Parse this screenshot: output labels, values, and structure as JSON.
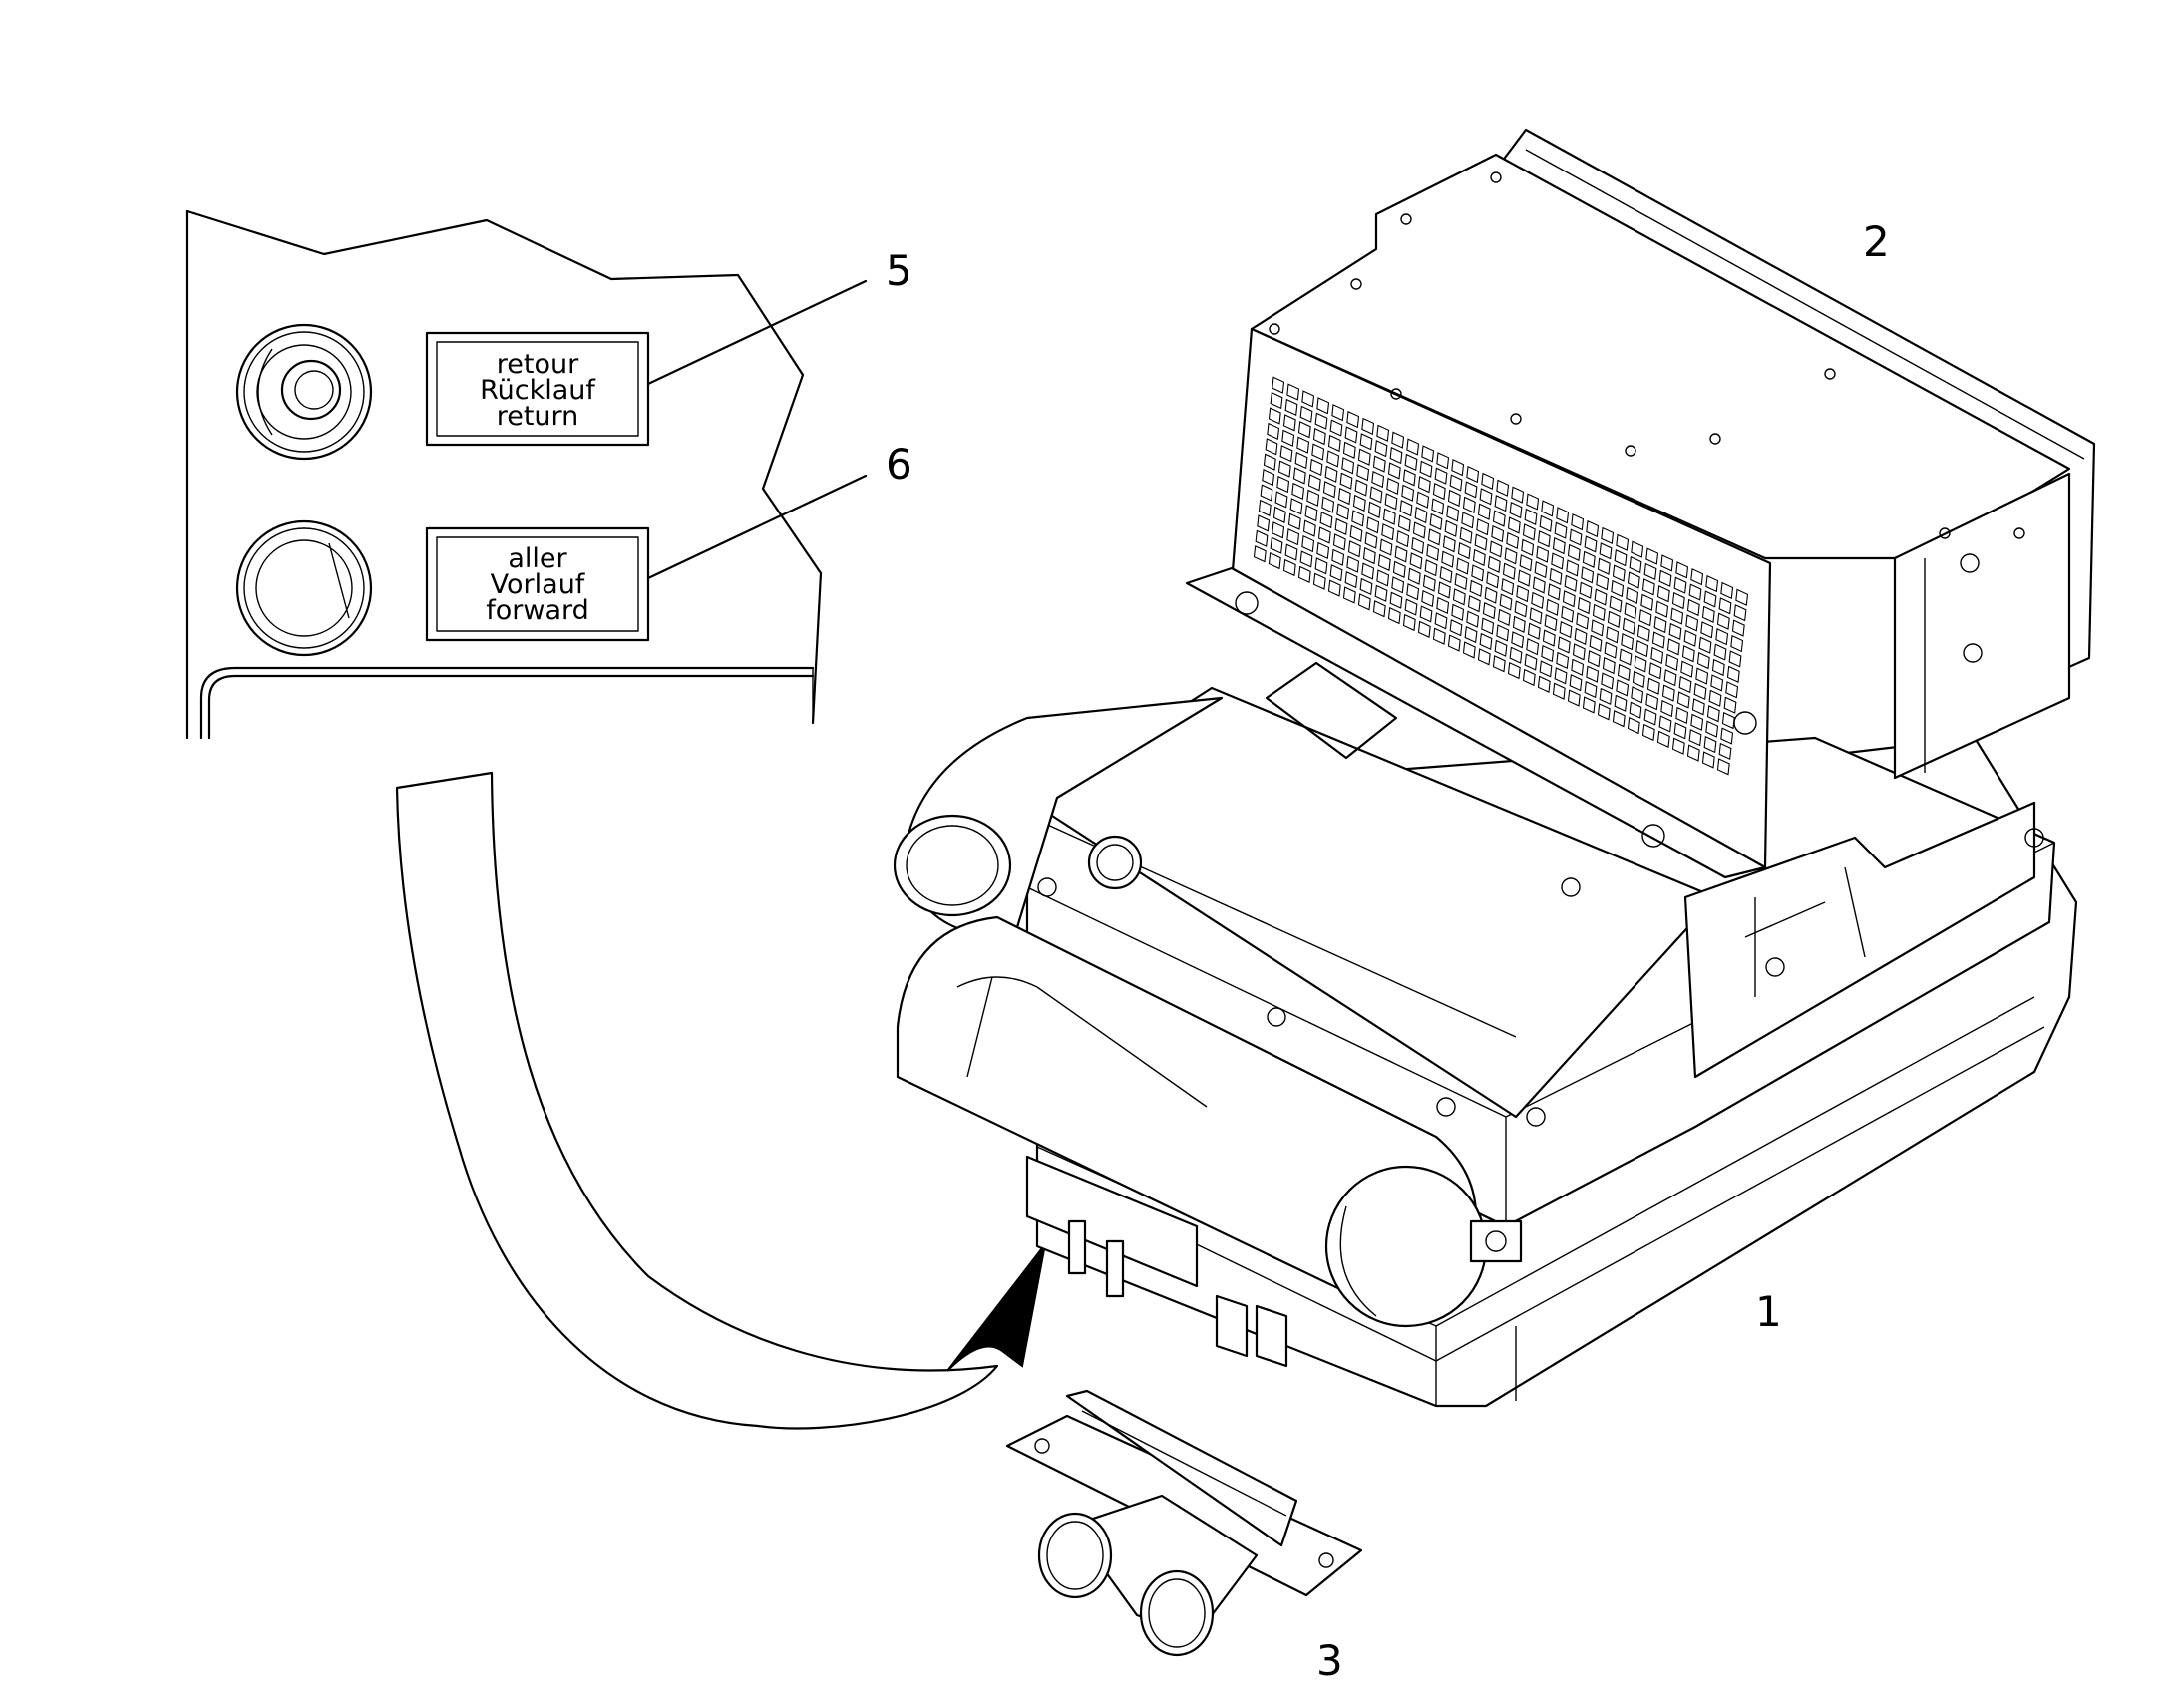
{
  "figure": {
    "callouts": {
      "c1": "1",
      "c2": "2",
      "c3": "3",
      "c5": "5",
      "c6": "6"
    },
    "detail_labels": {
      "return": [
        "retour",
        "Rücklauf",
        "return"
      ],
      "forward": [
        "aller",
        "Vorlauf",
        "forward"
      ]
    }
  }
}
